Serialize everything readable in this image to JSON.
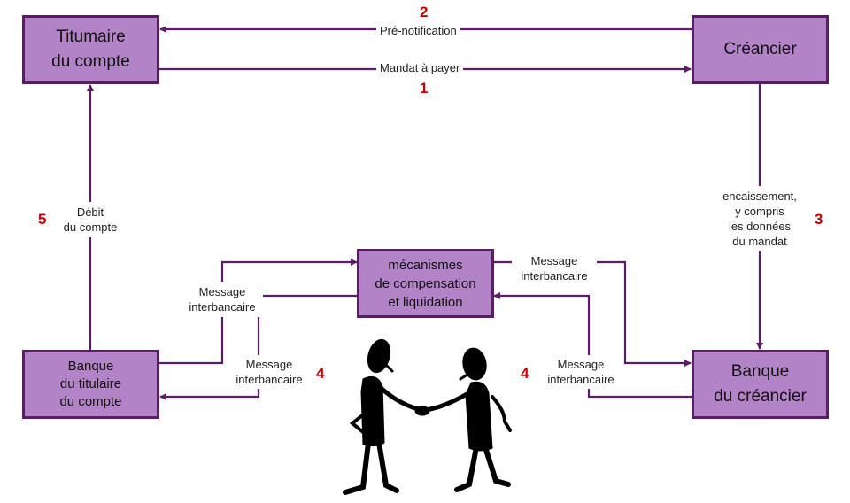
{
  "colors": {
    "box_fill": "#b283c6",
    "box_border": "#5b1d66",
    "arrow": "#5b1d66",
    "step_number": "#c00000"
  },
  "nodes": {
    "titulaire": "Titumaire\ndu compte",
    "creancier": "Créancier",
    "banque_titulaire": "Banque\ndu titulaire\ndu compte",
    "banque_creancier": "Banque\ndu créancier",
    "mecanismes": "mécanismes\nde compensation\net liquidation"
  },
  "edges": {
    "prenotification": "Pré-notification",
    "mandat": "Mandat à payer",
    "encaissement": "encaissement,\ny compris\nles données\ndu mandat",
    "debit": "Débit\ndu compte",
    "msg_left_up": "Message\ninterbancaire",
    "msg_left_down": "Message\ninterbancaire",
    "msg_right_up": "Message\ninterbancaire",
    "msg_right_down": "Message\ninterbancaire"
  },
  "steps": {
    "s1": "1",
    "s2": "2",
    "s3": "3",
    "s4a": "4",
    "s4b": "4",
    "s5": "5"
  },
  "illustration": "handshake-figures"
}
